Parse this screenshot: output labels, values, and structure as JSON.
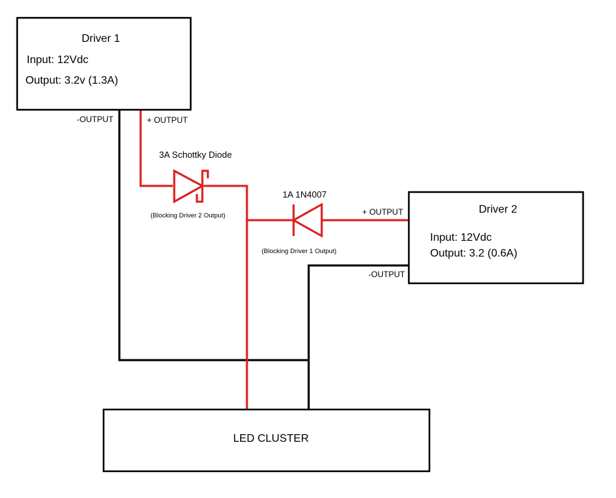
{
  "colors": {
    "positive_wire": "#dc1e1e",
    "negative_wire": "#000000",
    "box_border": "#000000",
    "background": "#ffffff"
  },
  "driver1": {
    "title": "Driver 1",
    "input": "Input: 12Vdc",
    "output": "Output: 3.2v (1.3A)",
    "neg_label": "-OUTPUT",
    "pos_label": "+ OUTPUT"
  },
  "driver2": {
    "title": "Driver 2",
    "input": "Input: 12Vdc",
    "output": "Output: 3.2 (0.6A)",
    "pos_label": "+ OUTPUT",
    "neg_label": "-OUTPUT"
  },
  "schottky_diode": {
    "label": "3A Schottky Diode",
    "note": "(Blocking Driver 2 Output)"
  },
  "rectifier_diode": {
    "label": "1A 1N4007",
    "note": "(Blocking Driver 1 Output)"
  },
  "load": {
    "label": "LED CLUSTER"
  }
}
